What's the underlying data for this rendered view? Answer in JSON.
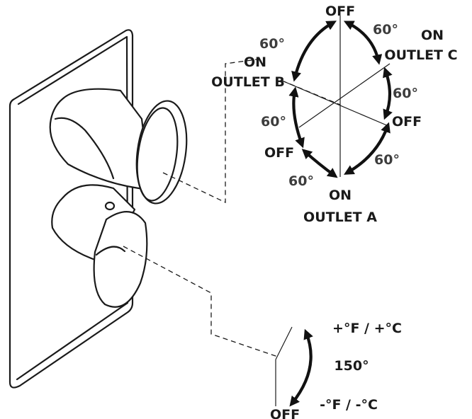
{
  "diverter": {
    "positions": [
      {
        "state": "OFF",
        "outlet": ""
      },
      {
        "state": "ON",
        "outlet": "OUTLET C"
      },
      {
        "state": "OFF",
        "outlet": ""
      },
      {
        "state": "ON",
        "outlet": "OUTLET A"
      },
      {
        "state": "OFF",
        "outlet": ""
      },
      {
        "state": "ON",
        "outlet": "OUTLET B"
      }
    ],
    "angles": [
      "60°",
      "60°",
      "60°",
      "60°",
      "60°",
      "60°"
    ]
  },
  "thermostat": {
    "hot_label": "+°F / +°C",
    "cold_label": "-°F / -°C",
    "rotation": "150°",
    "off_label": "OFF"
  },
  "icons": [
    "rotation-arrow-icon"
  ]
}
